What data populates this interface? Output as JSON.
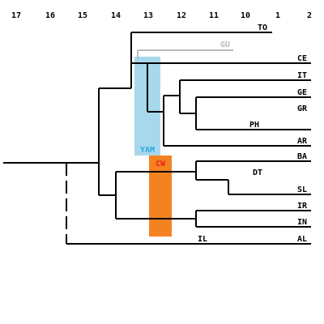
{
  "axis": [
    "17",
    "16",
    "15",
    "14",
    "13",
    "12",
    "11",
    "10",
    "1",
    "2"
  ],
  "leaves": {
    "TO": "TO",
    "GU": "GU",
    "CE": "CE",
    "IT": "IT",
    "GE": "GE",
    "GR": "GR",
    "PH": "PH",
    "AR": "AR",
    "BA": "BA",
    "DT": "DT",
    "SL": "SL",
    "IR": "IR",
    "IN": "IN",
    "IL": "IL",
    "AL": "AL"
  },
  "highlights": {
    "yam": {
      "label": "YAM",
      "fill": "#a8d8ec",
      "label_color": "#29a8e0"
    },
    "cw": {
      "label": "CW",
      "fill": "#f58220",
      "label_color": "#e8231a"
    }
  },
  "colors": {
    "line": "#000000",
    "faded_line": "#bbbbbb"
  }
}
